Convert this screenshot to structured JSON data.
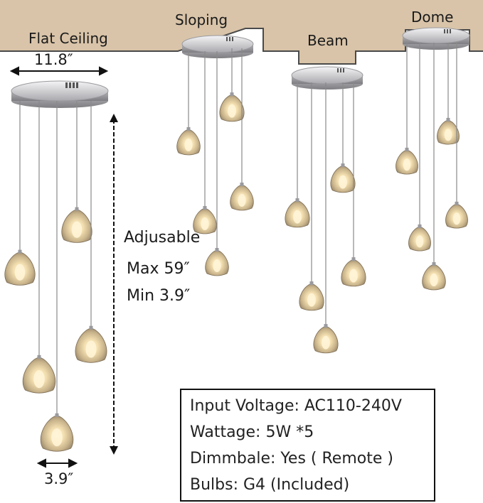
{
  "ceiling_labels": {
    "flat": "Flat Ceiling",
    "sloping": "Sloping",
    "beam": "Beam",
    "dome": "Dome"
  },
  "dimensions": {
    "canopy_width": "11.8″",
    "pendant_width": "3.9″",
    "adjustable": "Adjusable",
    "max": "Max 59″",
    "min": "Min 3.9″"
  },
  "specs": [
    "Input Voltage: AC110-240V",
    "Wattage: 5W *5",
    "Dimmbale: Yes ( Remote )",
    "Bulbs: G4 (Included)"
  ],
  "colors": {
    "ceiling": "#d9c4a9",
    "ceiling_edge": "#4a4a4a",
    "canopy": "#c8c8cc",
    "glass": "#e8d8b8",
    "glow": "#ffefc8"
  }
}
